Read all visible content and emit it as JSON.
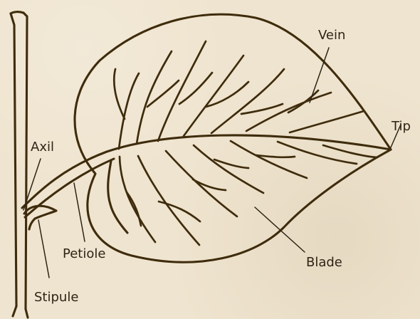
{
  "labels": {
    "vein": "Vein",
    "tip": "Tip",
    "axil": "Axil",
    "petiole": "Petiole",
    "blade": "Blade",
    "stipule": "Stipule"
  },
  "colors": {
    "background": "#efe4cf",
    "ink": "#3e2c0c",
    "label": "#2f2414"
  }
}
